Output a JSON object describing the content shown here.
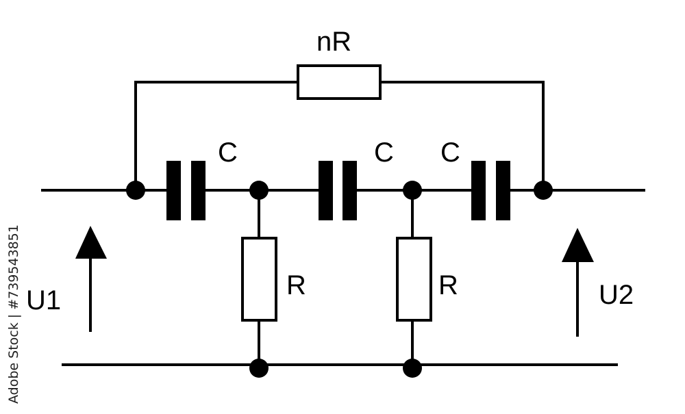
{
  "labels": {
    "feedback_resistor": "nR",
    "capacitor_1": "C",
    "capacitor_2": "C",
    "capacitor_3": "C",
    "resistor_1": "R",
    "resistor_2": "R",
    "input_voltage": "U1",
    "output_voltage": "U2"
  },
  "watermark": {
    "side_text": "Adobe Stock | #739543851"
  },
  "colors": {
    "line": "#000000",
    "background": "#ffffff"
  }
}
